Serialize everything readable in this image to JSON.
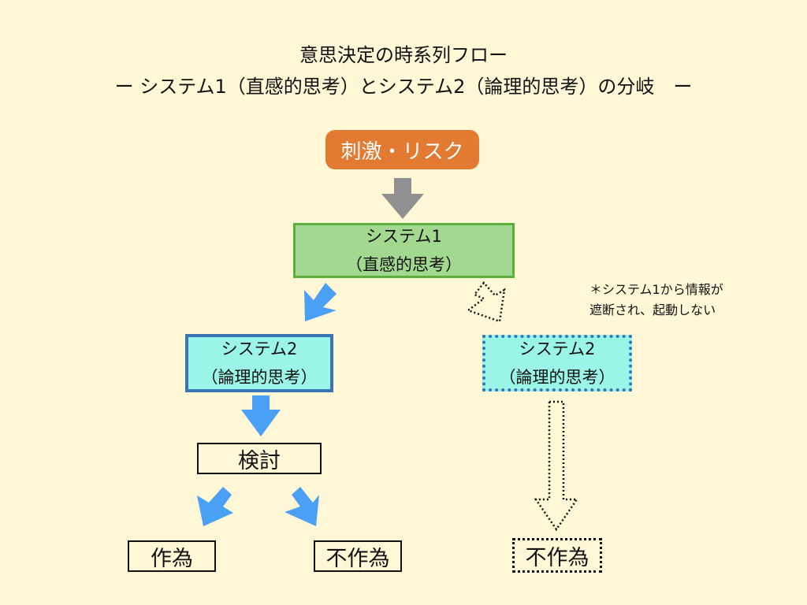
{
  "title": {
    "line1": "意思決定の時系列フロー",
    "line2": "ー システム1（直感的思考）とシステム2（論理的思考）の分岐　ー"
  },
  "nodes": {
    "stimulus": "刺激・リスク",
    "system1": {
      "name": "システム1",
      "desc": "（直感的思考）"
    },
    "system2_active": {
      "name": "システム2",
      "desc": "（論理的思考）"
    },
    "system2_inactive": {
      "name": "システム2",
      "desc": "（論理的思考）"
    },
    "deliberation": "検討",
    "action": "作為",
    "inaction_left": "不作為",
    "inaction_right": "不作為"
  },
  "note": {
    "line1": "＊システム1から情報が",
    "line2": "遮断され、起動しない"
  },
  "colors": {
    "background": "#fff7d6",
    "stimulus": "#e37a31",
    "system1_fill": "#a2d890",
    "system1_border": "#5cae3a",
    "system2_fill": "#9af5e8",
    "system2_border": "#3a73b6",
    "arrow_gray": "#909090",
    "arrow_blue": "#4aa0f4"
  }
}
